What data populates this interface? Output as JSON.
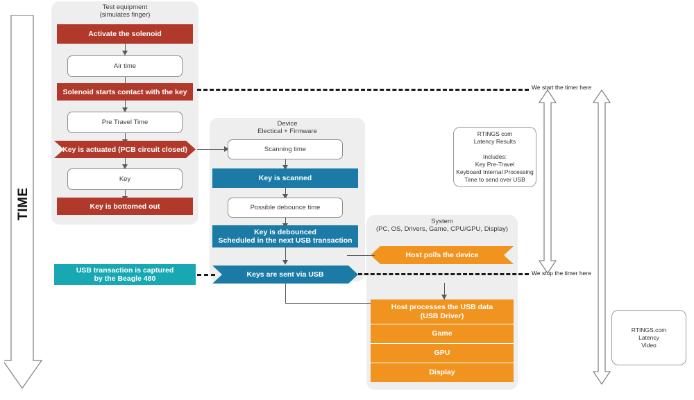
{
  "diagram": {
    "time_axis": {
      "label": "TIME",
      "direction": "down"
    },
    "lanes": [
      {
        "id": "test-equipment",
        "title": "Test equipment\n(simulates finger)",
        "nodes": [
          {
            "id": "activate-solenoid",
            "label": "Activate the solenoid",
            "style": "red",
            "shape": "rect"
          },
          {
            "id": "air-time",
            "label": "Air time",
            "style": "white",
            "shape": "rounded"
          },
          {
            "id": "solenoid-contact",
            "label": "Solenoid starts contact with the key",
            "style": "red",
            "shape": "rect"
          },
          {
            "id": "pre-travel-time",
            "label": "Pre Travel Time",
            "style": "white",
            "shape": "rounded"
          },
          {
            "id": "key-actuated",
            "label": "Key is actuated (PCB circuit closed)",
            "style": "red",
            "shape": "chevron-right"
          },
          {
            "id": "key",
            "label": "Key",
            "style": "white",
            "shape": "rounded"
          },
          {
            "id": "key-bottomed-out",
            "label": "Key is bottomed out",
            "style": "red",
            "shape": "rect"
          }
        ]
      },
      {
        "id": "device",
        "title": "Device\nElectical + Firmware",
        "nodes": [
          {
            "id": "scanning-time",
            "label": "Scanning time",
            "style": "white",
            "shape": "rounded"
          },
          {
            "id": "key-is-scanned",
            "label": "Key is scanned",
            "style": "blue",
            "shape": "rect"
          },
          {
            "id": "possible-debounce-time",
            "label": "Possible debounce time",
            "style": "white",
            "shape": "rounded"
          },
          {
            "id": "key-is-debounced",
            "label": "Key is debounced\nScheduled in the next USB transaction",
            "style": "blue",
            "shape": "rect"
          },
          {
            "id": "keys-sent-via-usb",
            "label": "Keys are sent via USB",
            "style": "blue",
            "shape": "chevron-right"
          }
        ]
      },
      {
        "id": "system",
        "title": "System\n(PC, OS, Drivers, Game, CPU/GPU, Display)",
        "nodes": [
          {
            "id": "host-polls-the-device",
            "label": "Host polls the device",
            "style": "orange",
            "shape": "chevron-left"
          },
          {
            "id": "host-processes-usb-data",
            "label": "Host processes the USB data\n(USB Driver)",
            "style": "orange",
            "shape": "stack"
          },
          {
            "id": "game",
            "label": "Game",
            "style": "orange",
            "shape": "stack"
          },
          {
            "id": "gpu",
            "label": "GPU",
            "style": "orange",
            "shape": "stack"
          },
          {
            "id": "display",
            "label": "Display",
            "style": "orange",
            "shape": "stack"
          }
        ]
      }
    ],
    "capture_node": {
      "id": "usb-transaction-captured",
      "label": "USB transaction is captured\nby the Beagle 480",
      "style": "teal"
    },
    "timer_markers": [
      {
        "id": "start-timer",
        "label": "We start the timer here"
      },
      {
        "id": "stop-timer",
        "label": "We stop the timer here"
      }
    ],
    "callouts": [
      {
        "id": "latency-results",
        "text": "RTINGS com\nLatency Results\n\nIncludes:\nKey Pre-Travel\nKeyboard Internal Processing\nTime to send over USB"
      },
      {
        "id": "latency-video",
        "text": "RTINGS.com\nLatency\nVideo"
      }
    ],
    "measure_arrows": [
      {
        "id": "latency-results-span"
      },
      {
        "id": "latency-video-span"
      }
    ],
    "colors": {
      "red": "#b0392b",
      "blue": "#1b7ba6",
      "orange": "#f0941f",
      "teal": "#17a8b4",
      "lane_bg": "#eeeeee",
      "connector": "#595959",
      "dash": "#1a1a1a"
    }
  }
}
